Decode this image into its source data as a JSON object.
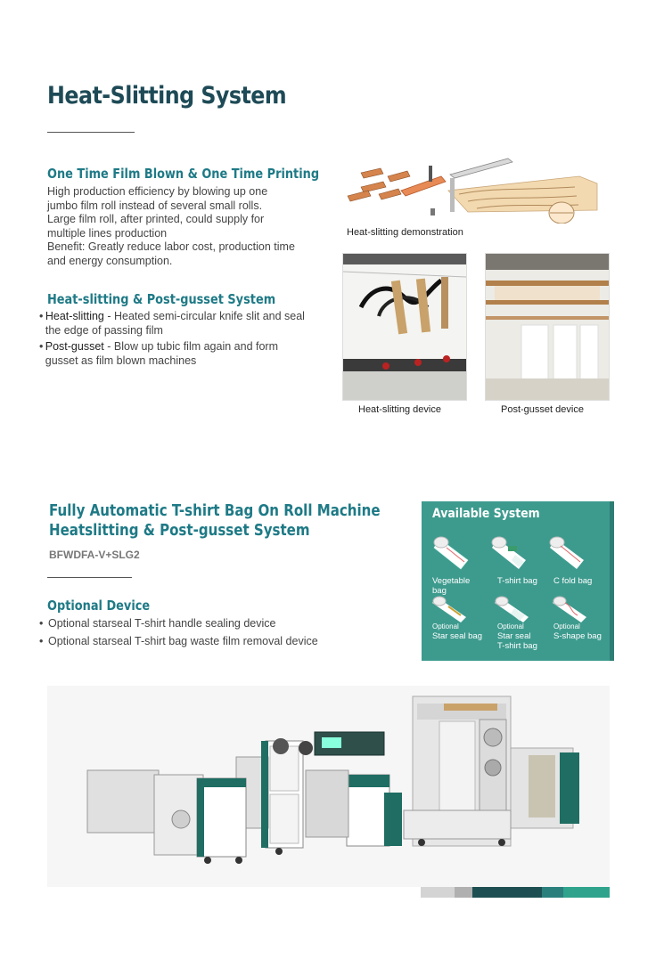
{
  "section1": {
    "title": "Heat-Slitting System",
    "sub1": {
      "heading": "One Time Film Blown & One Time Printing",
      "lines": [
        "High production efficiency by blowing up one",
        "jumbo film roll instead of several small rolls.",
        "Large film roll, after printed, could supply for",
        "multiple lines production",
        "Benefit: Greatly reduce labor cost, production time",
        "and energy consumption."
      ]
    },
    "sub2": {
      "heading": "Heat-slitting & Post-gusset System",
      "bullets": [
        {
          "key": "Heat-slitting",
          "text": " - Heated semi-circular knife slit and seal the edge of passing film"
        },
        {
          "key": "Post-gusset",
          "text": " - Blow up tubic film again and form gusset as film blown machines"
        }
      ]
    },
    "captions": {
      "demo": "Heat-slitting demonstration",
      "device": "Heat-slitting device",
      "gusset": "Post-gusset device"
    }
  },
  "section2": {
    "title_line1": "Fully Automatic T-shirt Bag On Roll Machine",
    "title_line2": "Heatslitting & Post-gusset System",
    "model": "BFWDFA-V+SLG2",
    "optional_heading": "Optional Device",
    "optional_items": [
      "Optional starseal T-shirt handle sealing device",
      "Optional starseal T-shirt bag waste film removal device"
    ]
  },
  "available": {
    "title": "Available System",
    "bags": [
      {
        "label": "Vegetable bag",
        "optional": ""
      },
      {
        "label": "T-shirt bag",
        "optional": ""
      },
      {
        "label": "C fold bag",
        "optional": ""
      },
      {
        "label": "Star seal bag",
        "optional": "Optional"
      },
      {
        "label": "Star seal\nT-shirt bag",
        "optional": "Optional"
      },
      {
        "label": "S-shape bag",
        "optional": "Optional"
      }
    ]
  },
  "colors": {
    "heading_dark": "#1d4a56",
    "heading_teal": "#1e7a86",
    "panel": "#3d9b8e",
    "machine_green": "#1f6d63"
  }
}
